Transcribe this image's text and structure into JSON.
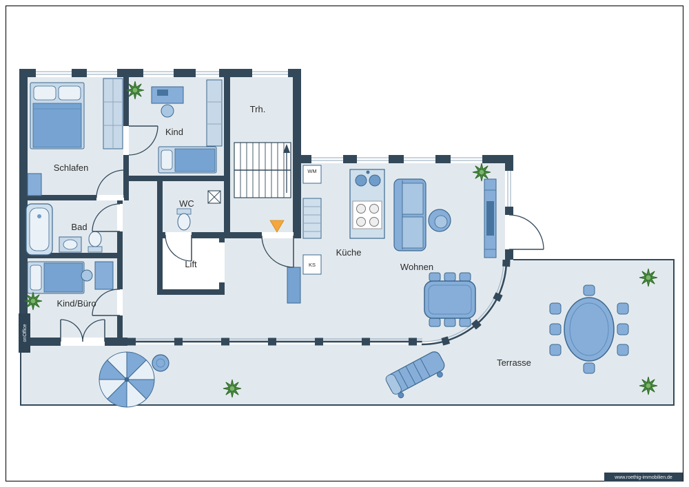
{
  "rooms": {
    "schlafen": "Schlafen",
    "kind": "Kind",
    "treppenhaus": "Trh.",
    "wc": "WC",
    "bad": "Bad",
    "lift": "Lift",
    "kind_buero": "Kind/Büro",
    "kueche": "Küche",
    "wohnen": "Wohnen",
    "terrasse": "Terrasse"
  },
  "appliances": {
    "washing_machine": "WM",
    "fridge": "KS"
  },
  "branding": {
    "software_logo": "onOffice",
    "website": "www.roethig-immobilien.de"
  },
  "colors": {
    "wall": "#33495a",
    "floor": "#e2e9ee",
    "furniture": "#86aed8",
    "furniture_light": "#c7d9e9",
    "furniture_dark": "#76a3d1",
    "outline": "#3c688f",
    "plant": "#4a8a3f",
    "entrance_arrow": "#f5a63c"
  }
}
